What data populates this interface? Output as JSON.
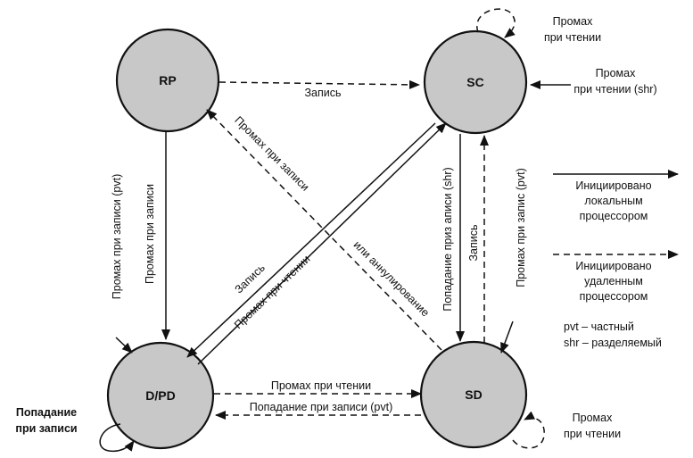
{
  "nodes": {
    "rp": "RP",
    "sc": "SC",
    "dpd": "D/PD",
    "sd": "SD"
  },
  "labels": {
    "sc_read_miss_self": [
      "Промах",
      "при чтении"
    ],
    "sc_read_miss_shr": [
      "Промах",
      "при чтении (shr)"
    ],
    "rp_to_sc_write": "Запись",
    "rp_to_dpd_write_miss": "Промах при записи",
    "sd_to_rp_write_miss": "Промах при записи",
    "sd_to_rp_or_invalidate": "или аннулирование",
    "dpd_to_sc_read_miss": "Промах при чтении",
    "sc_to_dpd_write": "Запись",
    "sc_to_sd_write_hit_shr": "Попадание приз аписи (shr)",
    "sd_to_sc_write": "Запись",
    "sd_write_miss_pvt": "Промах при запис (pvt)",
    "dpd_write_miss_pvt": "Промах при записи (pvt)",
    "dpd_to_sd_read_miss": "Промах при чтении",
    "sd_to_dpd_write_hit_pvt": "Попадание при записи (pvt)",
    "dpd_write_hit_self": [
      "Попадание",
      "при записи"
    ],
    "sd_read_miss_self": [
      "Промах",
      "при чтении"
    ]
  },
  "legend": {
    "local": [
      "Инициировано",
      "локальным",
      "процессором"
    ],
    "remote": [
      "Инициировано",
      "удаленным",
      "процессором"
    ],
    "pvt": "pvt – частный",
    "shr": "shr – разделяемый"
  }
}
